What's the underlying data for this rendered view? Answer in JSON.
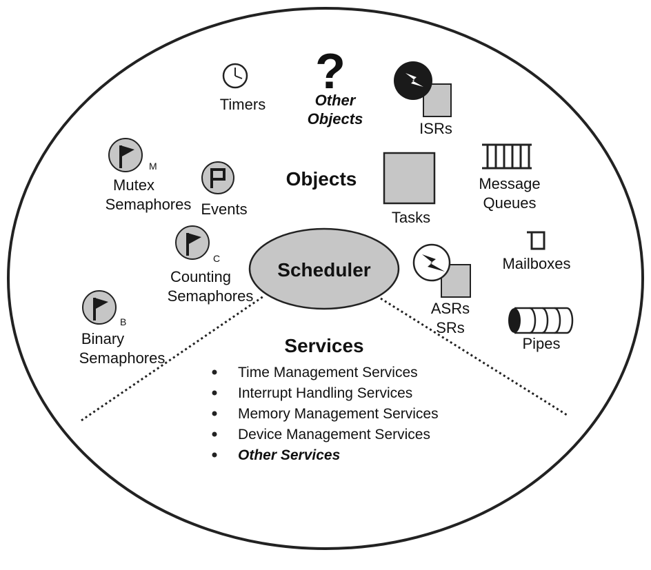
{
  "center": {
    "label": "Scheduler"
  },
  "objects_heading": "Objects",
  "services_heading": "Services",
  "services": [
    {
      "label": "Time Management Services",
      "italic": false
    },
    {
      "label": "Interrupt Handling Services",
      "italic": false
    },
    {
      "label": "Memory Management Services",
      "italic": false
    },
    {
      "label": "Device Management Services",
      "italic": false
    },
    {
      "label": "Other Services",
      "italic": true
    }
  ],
  "objects": {
    "timers": "Timers",
    "other_objects": [
      "Other",
      "Objects"
    ],
    "other_objects_symbol": "?",
    "isrs": "ISRs",
    "mutex": [
      "Mutex",
      "Semaphores"
    ],
    "mutex_sub": "M",
    "events": "Events",
    "tasks": "Tasks",
    "message_queues": [
      "Message",
      "Queues"
    ],
    "counting": [
      "Counting",
      "Semaphores"
    ],
    "counting_sub": "C",
    "mailboxes": "Mailboxes",
    "asrs": [
      "ASRs",
      "SRs"
    ],
    "binary": [
      "Binary",
      "Semaphores"
    ],
    "binary_sub": "B",
    "pipes": "Pipes"
  },
  "colors": {
    "fill_gray": "#c6c6c6",
    "dark": "#1a1a1a",
    "outline": "#222222"
  }
}
